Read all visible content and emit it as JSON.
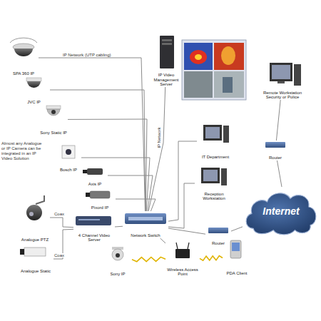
{
  "diagram": {
    "nodes": [
      {
        "text": [
          "SPA 360 IP"
        ]
      },
      {
        "text": [
          "JVC IP"
        ]
      },
      {
        "text": [
          "Sony Static IP"
        ]
      },
      {
        "text": [
          "Bosch IP"
        ]
      },
      {
        "text": [
          "Axis IP"
        ]
      },
      {
        "text": [
          "Pixord IP"
        ]
      },
      {
        "text": [
          "Analogue PTZ"
        ]
      },
      {
        "text": [
          "Analogue Static"
        ]
      },
      {
        "text": [
          "4 Channel Video Server"
        ]
      },
      {
        "text": [
          "Network Switch"
        ]
      },
      {
        "text": [
          "Sony IP"
        ]
      },
      {
        "text": [
          "Wireless Access Point"
        ]
      },
      {
        "text": [
          "PDA Client"
        ]
      },
      {
        "text": [
          "Router"
        ]
      },
      {
        "text": [
          "Internet"
        ]
      },
      {
        "text": [
          "Router"
        ]
      },
      {
        "text": [
          "Remote Workstation Security or Police"
        ]
      },
      {
        "text": [
          "IT Department"
        ]
      },
      {
        "text": [
          "Reception Workstation"
        ]
      },
      {
        "text": [
          "IP Video Management Server"
        ]
      }
    ],
    "edges": [
      {
        "from": 0,
        "to": 9,
        "label": "IP Network (UTP cabling)",
        "arrow": "none"
      },
      {
        "from": 1,
        "to": 9,
        "arrow": "none"
      },
      {
        "from": 2,
        "to": 9,
        "arrow": "none"
      },
      {
        "from": 3,
        "to": 9,
        "arrow": "none"
      },
      {
        "from": 4,
        "to": 9,
        "arrow": "none"
      },
      {
        "from": 5,
        "to": 9,
        "arrow": "none"
      },
      {
        "from": 6,
        "to": 8,
        "label": "Coax",
        "arrow": "none"
      },
      {
        "from": 7,
        "to": 8,
        "label": "Coax",
        "arrow": "none"
      },
      {
        "from": 8,
        "to": 9,
        "arrow": "none"
      },
      {
        "from": 19,
        "to": 9,
        "label": "IP Network",
        "arrow": "none"
      },
      {
        "from": 17,
        "to": 9,
        "arrow": "none"
      },
      {
        "from": 18,
        "to": 9,
        "arrow": "none"
      },
      {
        "from": 9,
        "to": 13,
        "arrow": "none"
      },
      {
        "from": 13,
        "to": 14,
        "arrow": "none"
      },
      {
        "from": 14,
        "to": 15,
        "arrow": "none"
      },
      {
        "from": 15,
        "to": 16,
        "arrow": "none"
      },
      {
        "from": 9,
        "to": 11,
        "arrow": "none"
      },
      {
        "from": 11,
        "to": 10,
        "arrow": "none"
      },
      {
        "from": 11,
        "to": 12,
        "arrow": "none"
      }
    ],
    "labels": [
      "Almost any Analogue or IP Camera can be integrated in an IP Video Solution"
    ]
  }
}
